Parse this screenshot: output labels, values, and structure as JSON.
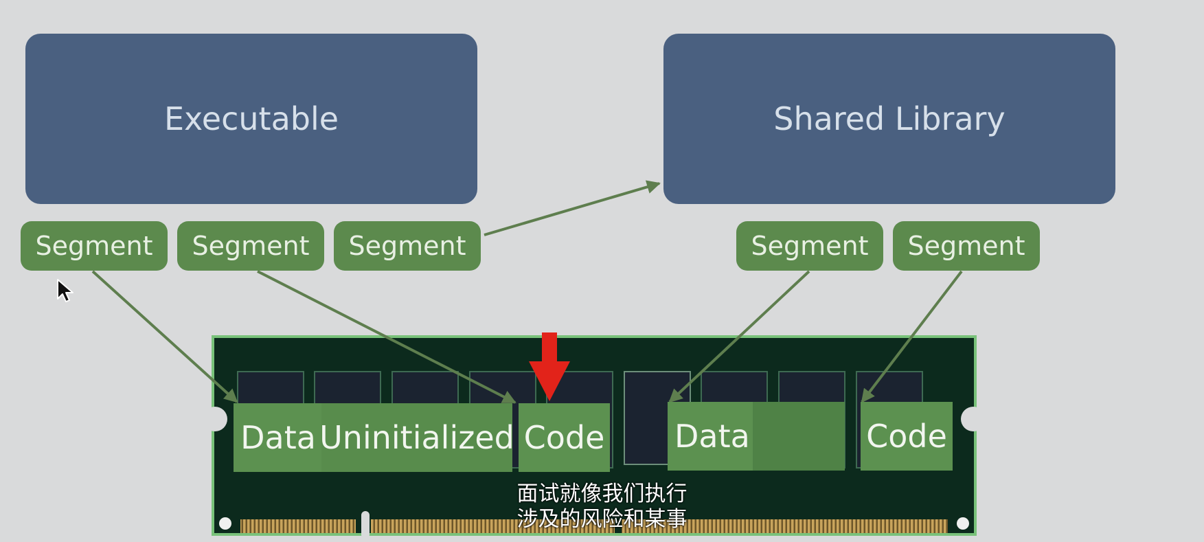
{
  "executable": {
    "label": "Executable"
  },
  "shared_library": {
    "label": "Shared Library"
  },
  "segments": {
    "exe": [
      "Segment",
      "Segment",
      "Segment"
    ],
    "lib": [
      "Segment",
      "Segment"
    ]
  },
  "memory_blocks": {
    "data_1": "Data",
    "uninitialized": "Uninitialized",
    "code_1": "Code",
    "data_2": "Data",
    "code_2": "Code"
  },
  "subtitle": {
    "line1": "面试就像我们执行",
    "line2": "涉及的风险和某事"
  },
  "colors": {
    "background": "#d9dadb",
    "box": "#4a6080",
    "segment": "#5c8a4d",
    "arrow": "#5e7e4e",
    "board": "#0c2a1d",
    "board_border": "#79c27a",
    "highlight_arrow": "#e2231a"
  }
}
